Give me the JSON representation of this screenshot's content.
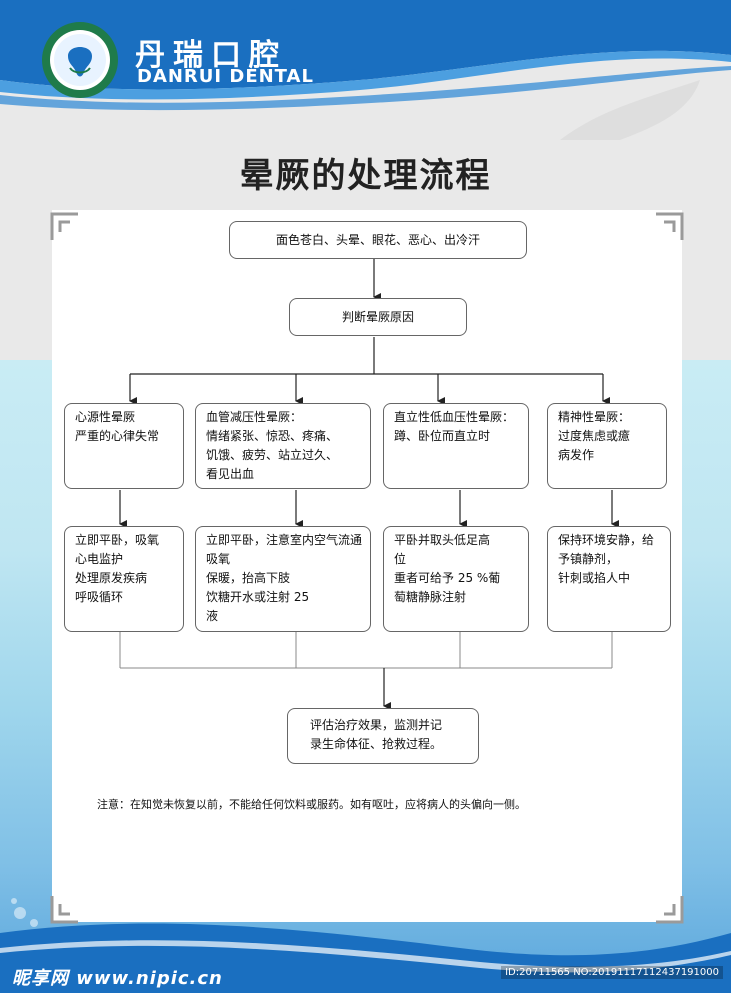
{
  "brand": {
    "name_cn": "丹瑞口腔",
    "name_en": "DANRUI DENTAL",
    "logo_text": "DANRUI DENTAL",
    "colors": {
      "primary": "#1a6fc0",
      "accent": "#5aa6dc",
      "bg": "#e9e9e9"
    }
  },
  "title": "晕厥的处理流程",
  "flow": {
    "symptoms": "面色苍白、头晕、眼花、恶心、出冷汗",
    "judge": "判断晕厥原因",
    "causes": [
      {
        "lines": [
          "心源性晕厥",
          "严重的心律失常"
        ]
      },
      {
        "lines": [
          "血管减压性晕厥：",
          "情绪紧张、惊恐、疼痛、",
          "饥饿、疲劳、站立过久、",
          "看见出血"
        ]
      },
      {
        "lines": [
          "直立性低血压性晕厥：",
          "蹲、卧位而直立时"
        ]
      },
      {
        "lines": [
          "精神性晕厥：",
          "过度焦虑或癔",
          "病发作"
        ]
      }
    ],
    "treatments": [
      {
        "lines": [
          "立即平卧，吸氧",
          "心电监护",
          "处理原发疾病",
          "呼吸循环"
        ]
      },
      {
        "lines": [
          "立即平卧，注意室内空气流通",
          "吸氧",
          "保暖，抬高下肢",
          "饮糖开水或注射  25",
          "液"
        ]
      },
      {
        "lines": [
          "平卧并取头低足高",
          "位",
          "重者可给予  25 %葡",
          "萄糖静脉注射"
        ]
      },
      {
        "lines": [
          "保持环境安静，给",
          "予镇静剂，",
          "针刺或掐人中"
        ]
      }
    ],
    "evaluate": [
      "评估治疗效果，监测并记",
      "录生命体征、抢救过程。"
    ]
  },
  "note": "注意：在知觉未恢复以前，不能给任何饮料或服药。如有呕吐，应将病人的头偏向一侧。",
  "watermark": {
    "left": "昵享网 www.nipic.cn",
    "right": "ID:20711565 NO:20191117112437191000"
  }
}
